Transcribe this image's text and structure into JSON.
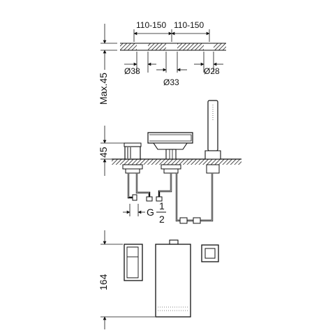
{
  "top_view": {
    "spacing_left": "110-150",
    "spacing_right": "110-150",
    "diameter_left": "Ø38",
    "diameter_middle": "Ø33",
    "diameter_right": "Ø28",
    "max_thickness": "Max.45"
  },
  "side_view": {
    "height": "45",
    "thread_prefix": "G",
    "thread_numerator": "1",
    "thread_denominator": "2"
  },
  "front_view": {
    "height": "164"
  },
  "colors": {
    "line": "#111111",
    "hatch": "#222222",
    "background": "#ffffff"
  }
}
